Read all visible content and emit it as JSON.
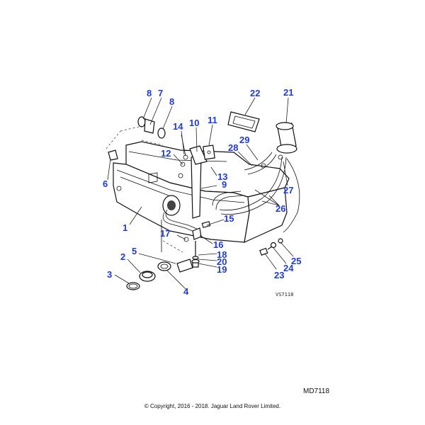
{
  "diagram": {
    "view_code": "VS7118",
    "reference_code": "MD7118",
    "copyright": "© Copyright, 2016 - 2018. Jaguar Land Rover Limited.",
    "callouts": [
      "1",
      "2",
      "3",
      "4",
      "5",
      "6",
      "7",
      "8",
      "8",
      "9",
      "10",
      "11",
      "12",
      "13",
      "14",
      "15",
      "16",
      "17",
      "18",
      "19",
      "20",
      "21",
      "22",
      "23",
      "24",
      "25",
      "26",
      "27",
      "28",
      "29"
    ],
    "colors": {
      "callout": "#1f3bd6",
      "line": "#111111"
    }
  }
}
